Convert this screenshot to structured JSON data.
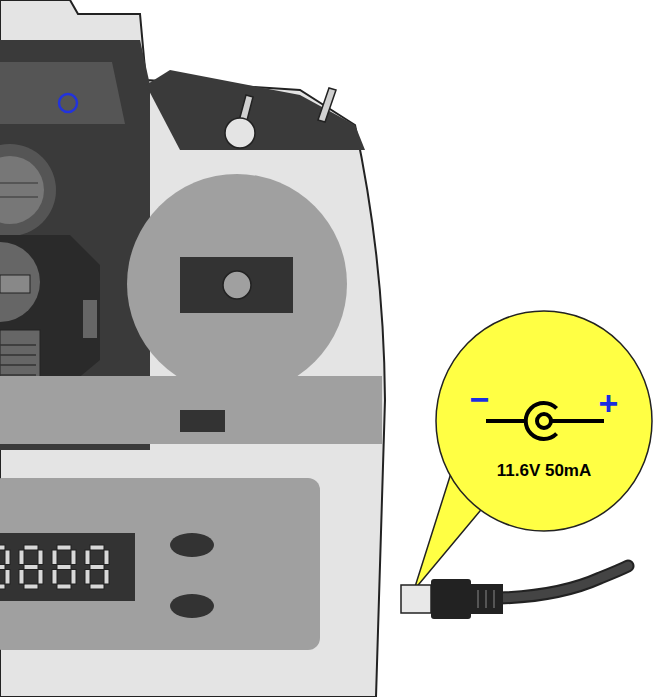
{
  "diagram": {
    "nodes": [
      {
        "text": [
          "−",
          "+",
          "11.6V 50mA"
        ]
      }
    ]
  }
}
